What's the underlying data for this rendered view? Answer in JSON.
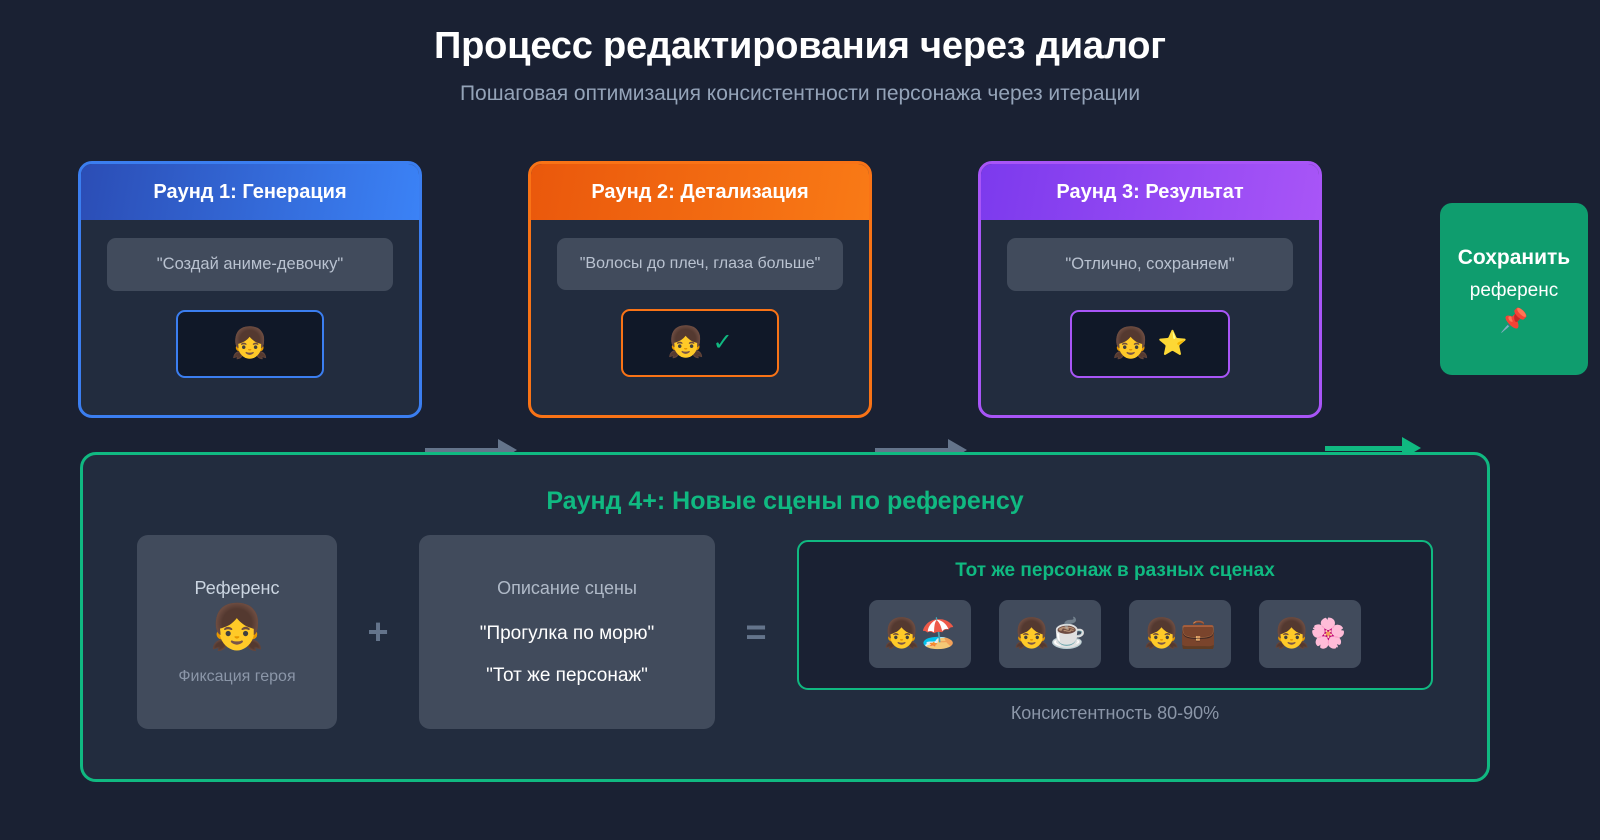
{
  "header": {
    "title": "Процесс редактирования через диалог",
    "subtitle": "Пошаговая оптимизация консистентности персонажа через итерации"
  },
  "rounds": [
    {
      "header": "Раунд 1: Генерация",
      "prompt": "\"Создай аниме-девочку\"",
      "emoji": "👧",
      "badge": "",
      "accent": "#3b7ef0"
    },
    {
      "header": "Раунд 2: Детализация",
      "prompt": "\"Волосы до плеч, глаза больше\"",
      "emoji": "👧",
      "badge": "✓",
      "accent": "#f97316"
    },
    {
      "header": "Раунд 3: Результат",
      "prompt": "\"Отлично, сохраняем\"",
      "emoji": "👧",
      "badge": "⭐",
      "accent": "#a855f7"
    }
  ],
  "arrows": {
    "flow_color": "#64748b",
    "save_color": "#10b981"
  },
  "save_box": {
    "title": "Сохранить",
    "subtitle": "референс",
    "pin_icon": "📌",
    "color": "#0f9d6e"
  },
  "bottom_panel": {
    "title": "Раунд 4+: Новые сцены по референсу",
    "accent": "#10b981",
    "reference": {
      "label": "Референс",
      "emoji": "👧",
      "caption": "Фиксация героя"
    },
    "operator_plus": "+",
    "operator_equals": "=",
    "scene": {
      "title": "Описание сцены",
      "line1": "\"Прогулка по морю\"",
      "line2": "\"Тот же персонаж\""
    },
    "results": {
      "title": "Тот же персонаж в разных сценах",
      "tiles": [
        "👧🏖️",
        "👧☕",
        "👧💼",
        "👧🌸"
      ],
      "consistency": "Консистентность 80-90%"
    }
  }
}
